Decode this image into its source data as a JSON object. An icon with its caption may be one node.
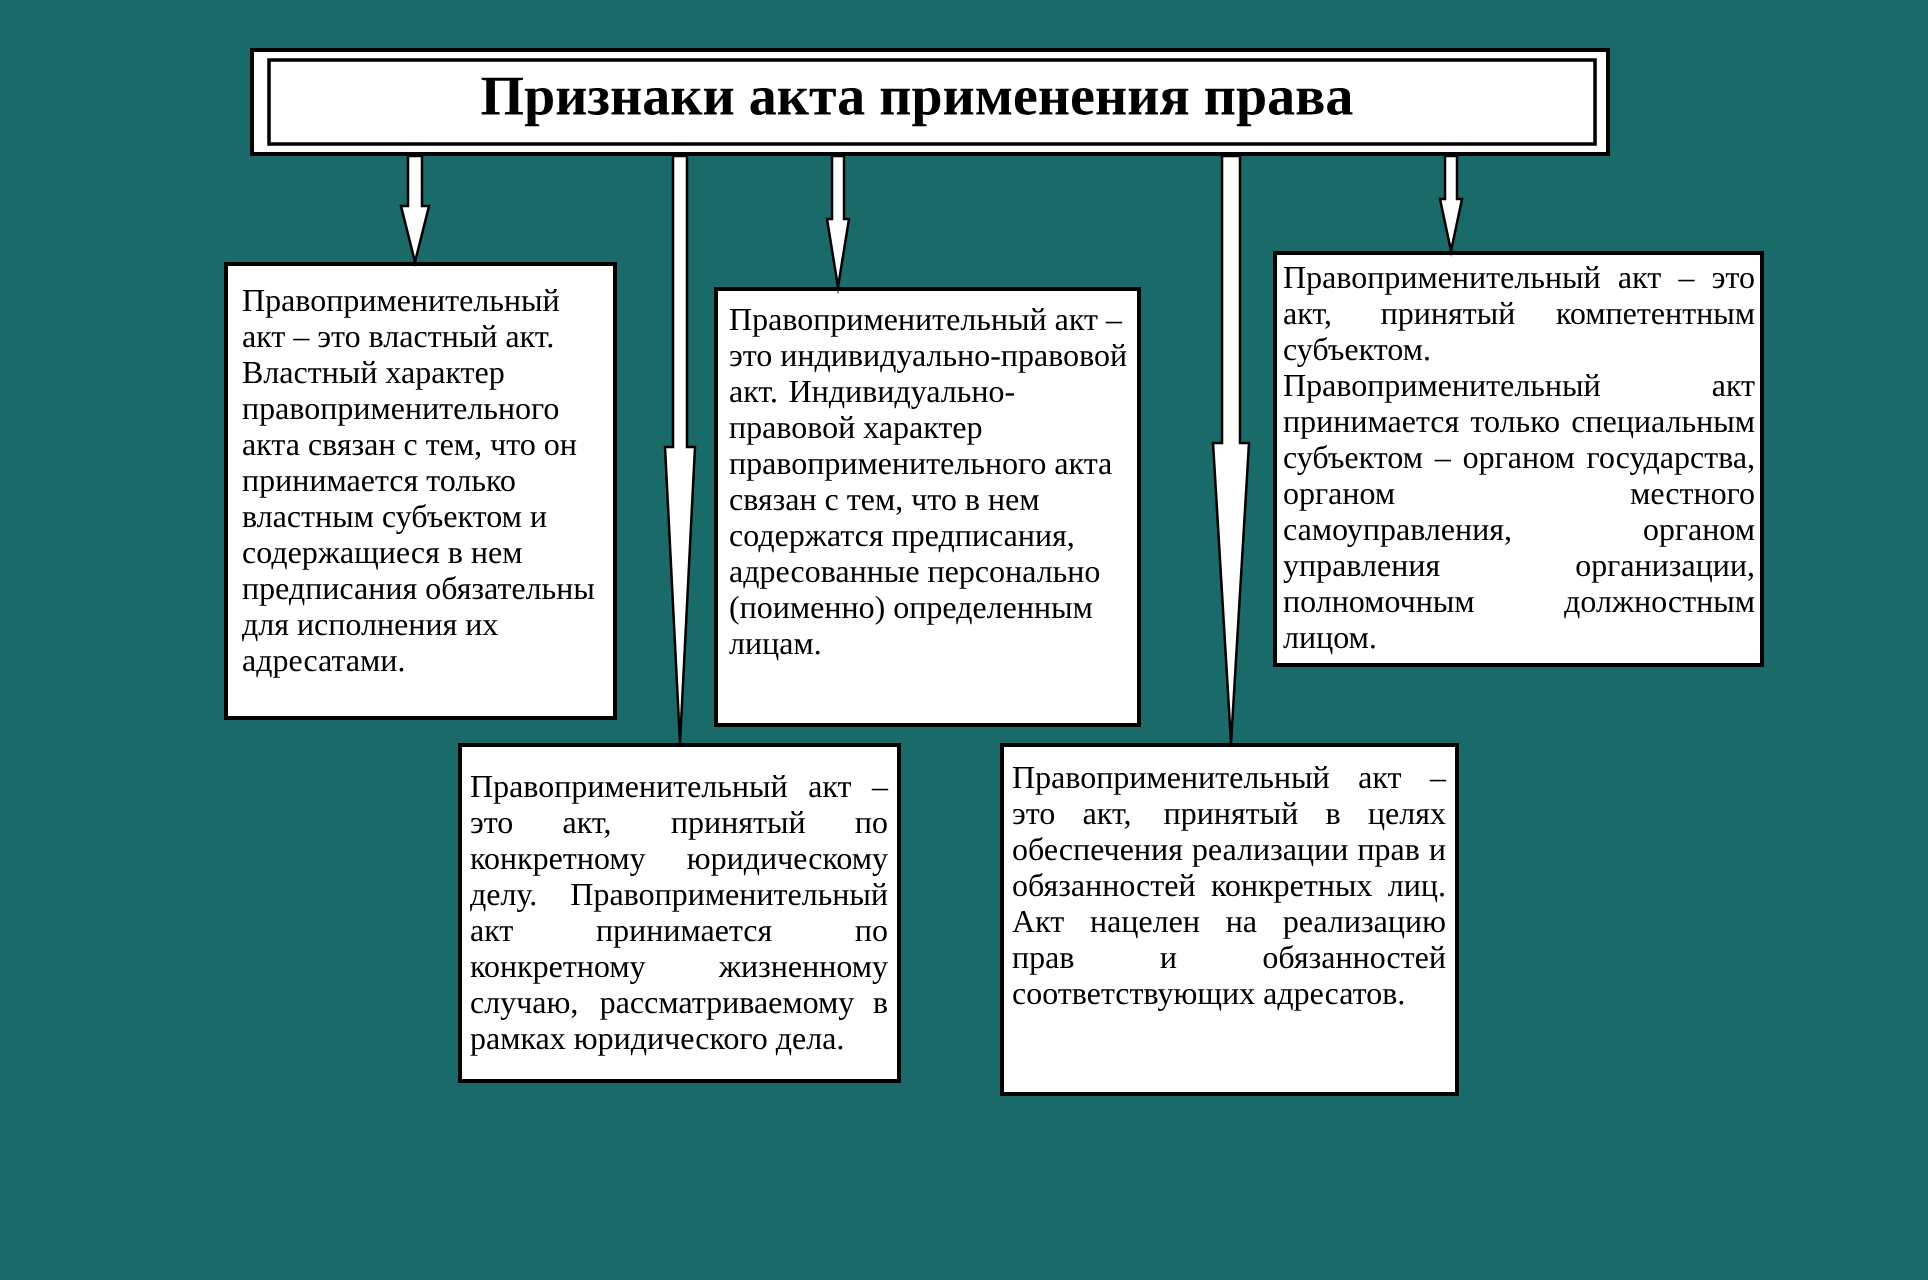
{
  "diagram": {
    "nodes": [
      {
        "text": [
          "Признаки акта применения права"
        ]
      },
      {
        "text": [
          "Правоприменительный акт – это властный акт. Властный характер правоприменительного акта связан с тем, что он принимается только властным субъектом и содержащиеся в нем предписания обязательны для исполнения их адресатами."
        ]
      },
      {
        "text": [
          "Правоприменительный акт – это индивидуально-правовой акт. Индивидуально-правовой характер правоприменительного акта связан с тем, что в нем содержатся предписания, адресованные персонально (поименно) определенным лицам."
        ]
      },
      {
        "text": [
          "Правоприменительный акт – это акт, принятый компетентным субъектом.",
          "Правоприменительный акт принимается только специальным субъектом – органом государства, органом местного самоуправления, органом управления организации, полномочным должностным лицом."
        ]
      },
      {
        "text": [
          "Правоприменительный акт – это акт, принятый по конкретному юридическому делу. Правоприменительный акт принимается по конкретному жизненному случаю, рассматриваемому в рамках юридического дела."
        ]
      },
      {
        "text": [
          "Правоприменительный акт – это акт, принятый в целях обеспечения реализации прав и обязанностей конкретных лиц. Акт нацелен на реализацию прав и обязанностей соответствующих адресатов."
        ]
      }
    ],
    "edges": [
      {
        "from": 0,
        "to": 1,
        "arrow": "to"
      },
      {
        "from": 0,
        "to": 4,
        "arrow": "to"
      },
      {
        "from": 0,
        "to": 2,
        "arrow": "to"
      },
      {
        "from": 0,
        "to": 5,
        "arrow": "to"
      },
      {
        "from": 0,
        "to": 3,
        "arrow": "to"
      }
    ]
  }
}
